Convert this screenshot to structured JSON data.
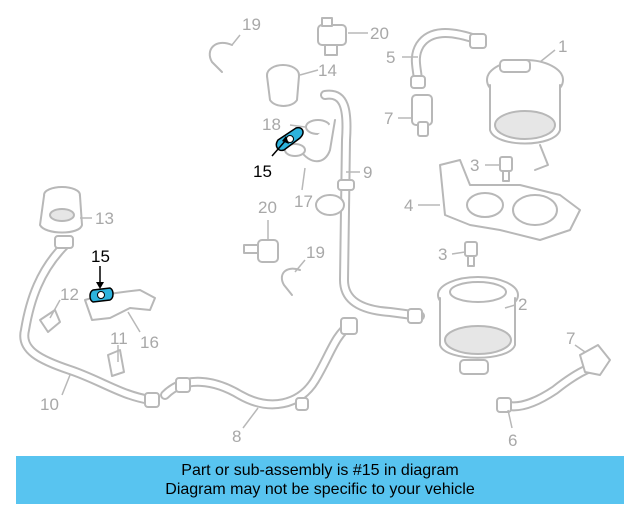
{
  "callouts": {
    "c1": "1",
    "c2": "2",
    "c3a": "3",
    "c3b": "3",
    "c4": "4",
    "c5": "5",
    "c6": "6",
    "c7a": "7",
    "c7b": "7",
    "c8": "8",
    "c9": "9",
    "c10": "10",
    "c11": "11",
    "c12": "12",
    "c13": "13",
    "c14": "14",
    "c15a": "15",
    "c15b": "15",
    "c16": "16",
    "c17": "17",
    "c18": "18",
    "c19a": "19",
    "c19b": "19",
    "c20a": "20",
    "c20b": "20"
  },
  "highlight": {
    "part_number": "15",
    "color": "#2db3dd"
  },
  "info": {
    "line1": "Part or sub-assembly is #15 in diagram",
    "line2": "Diagram may not be specific to your vehicle",
    "background": "#58c4f0"
  }
}
